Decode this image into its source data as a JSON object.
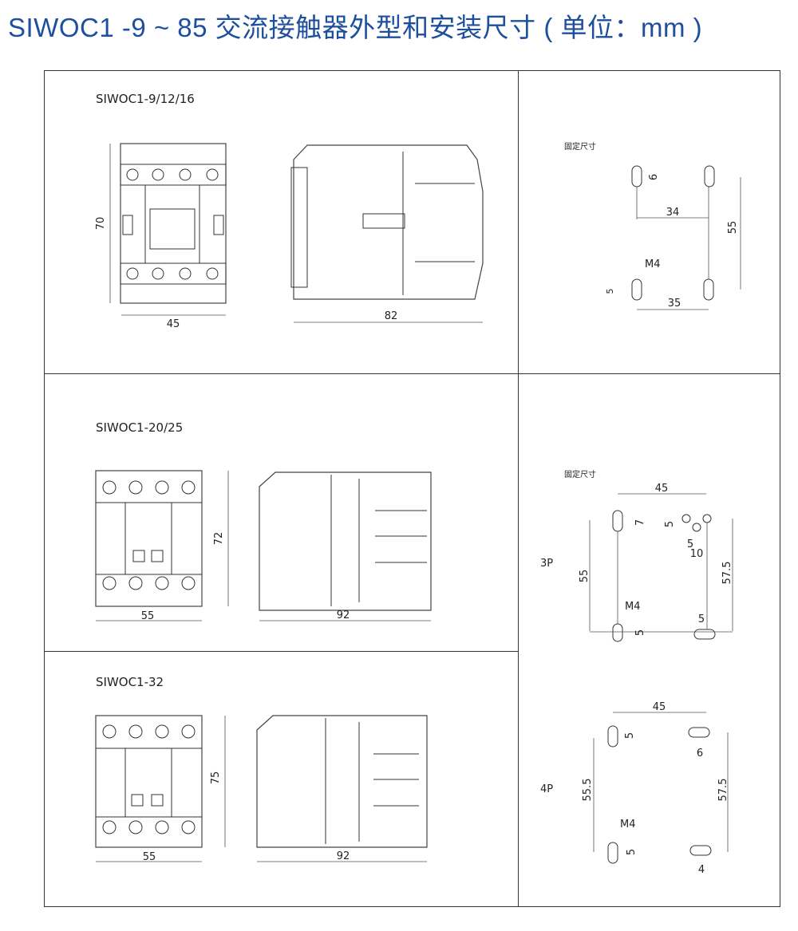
{
  "title": "SIWOC1 -9 ~ 85 交流接触器外型和安装尺寸 ( 单位：mm )",
  "sections": [
    {
      "model": "SIWOC1-9/12/16",
      "height": "70",
      "width": "45",
      "depth": "82"
    },
    {
      "model": "SIWOC1-20/25",
      "height": "72",
      "width": "55",
      "depth": "92"
    },
    {
      "model": "SIWOC1-32",
      "height": "75",
      "width": "55",
      "depth": "92"
    }
  ],
  "mount1": {
    "label": "固定尺寸",
    "slot": "6",
    "h_spacing": "34",
    "v_spacing": "55",
    "screw": "M4",
    "slot2": "5",
    "bottom_spacing": "35"
  },
  "mount2": {
    "label": "固定尺寸",
    "p3": "3P",
    "top": "45",
    "slot": "7",
    "offset_v": "5",
    "offset_h": "5",
    "offset_10": "10",
    "left_v": "55",
    "right_v": "57.5",
    "screw": "M4",
    "slot_b": "5",
    "slot_br": "5",
    "p4": "4P",
    "top4": "45",
    "slot4": "5",
    "slot4r": "6",
    "left_v4": "55.5",
    "right_v4": "57.5",
    "screw4": "M4",
    "slot4b": "5",
    "slot4br": "4"
  }
}
